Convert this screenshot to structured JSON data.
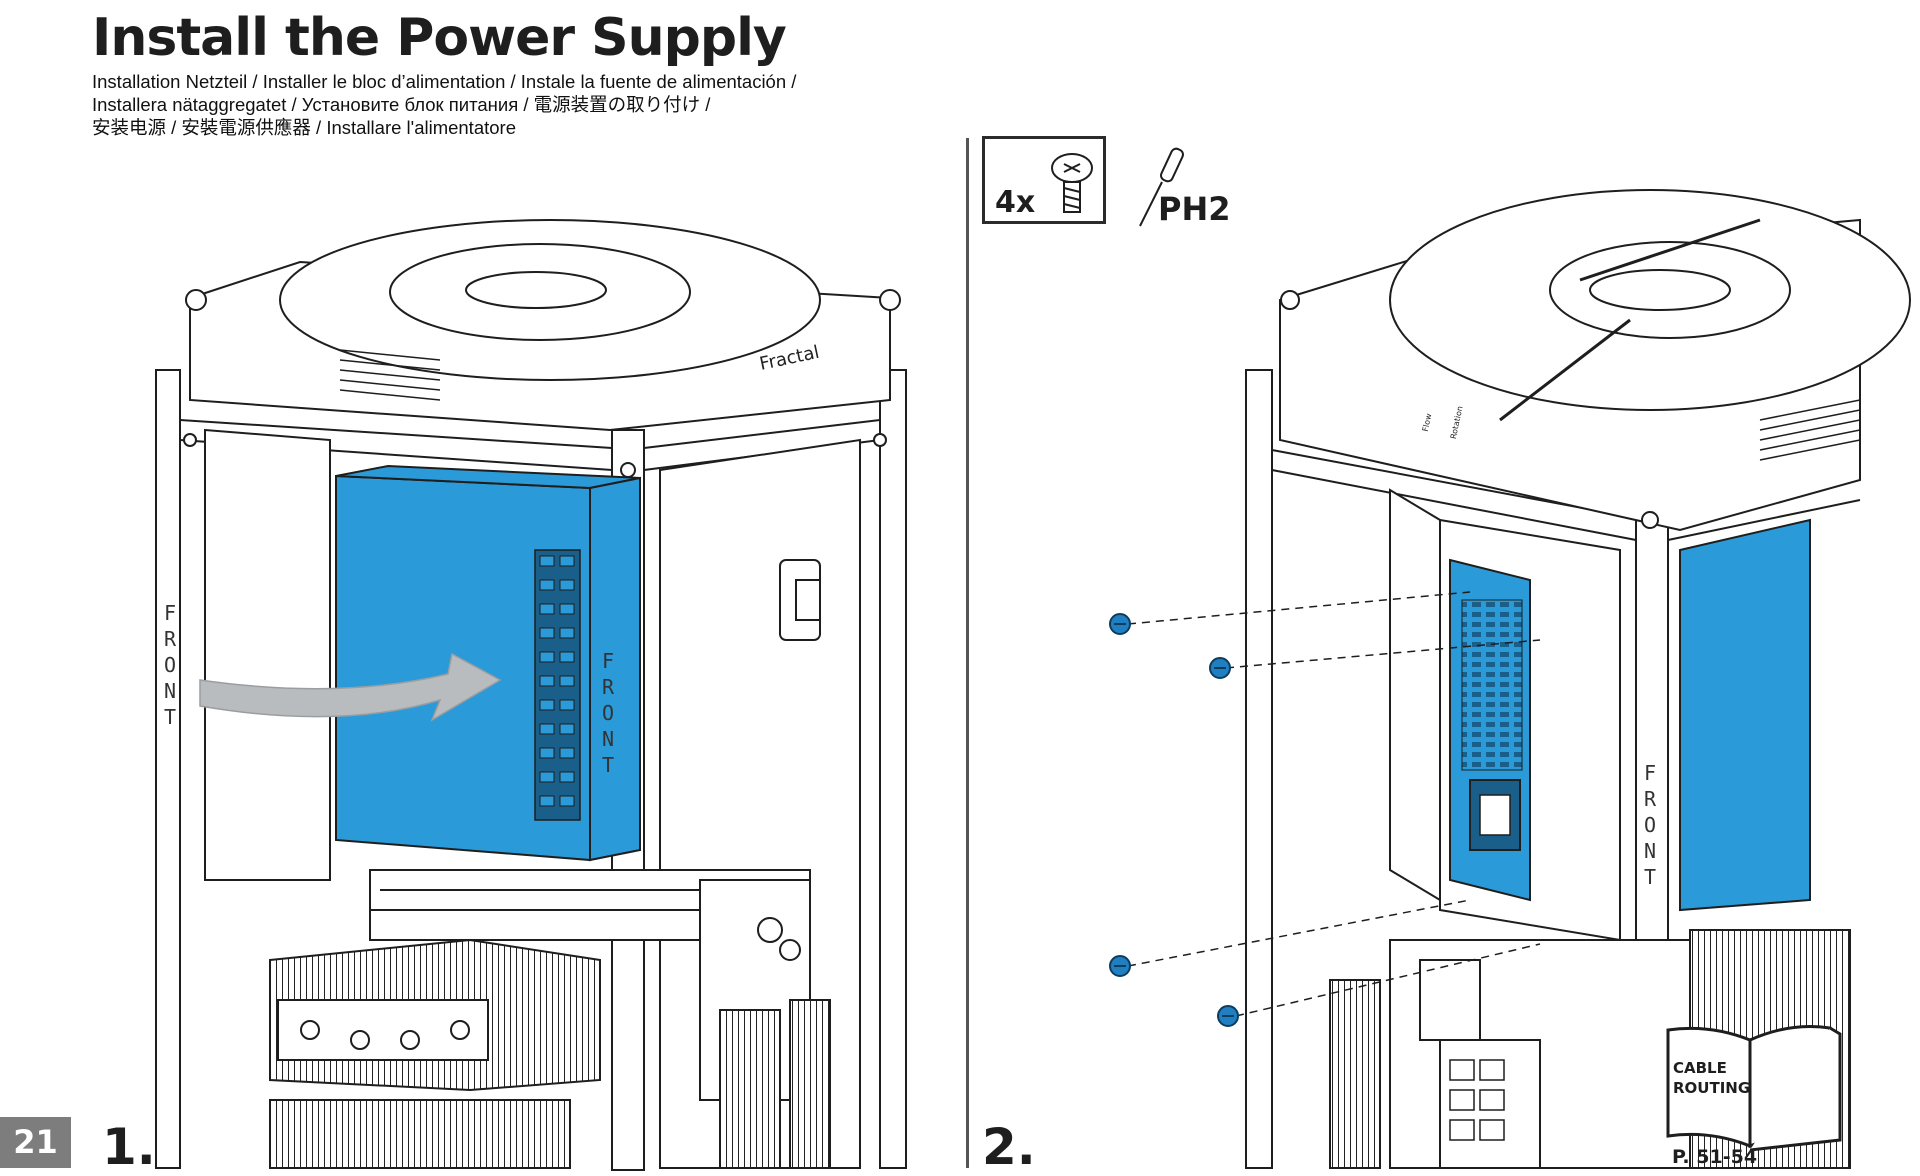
{
  "header": {
    "title": "Install the Power Supply",
    "subtitle_lines": [
      "Installation Netzteil / Installer le bloc d’alimentation / Instale la fuente de alimentación /",
      "Installera nätaggregatet / Установите блок питания / 電源装置の取り付け /",
      "安装电源 / 安裝電源供應器 / Installare l'alimentatore"
    ]
  },
  "page_number": "21",
  "steps": [
    {
      "number": "1.",
      "front_label": "FRONT",
      "frame_label": "FRONT",
      "fan_brand": "Fractal"
    },
    {
      "number": "2.",
      "front_label": "FRONT",
      "hardware": {
        "quantity": "4x",
        "item_icon": "screw-icon"
      },
      "tool": {
        "label": "PH2",
        "icon": "screwdriver-icon"
      },
      "fan_labels": [
        "Flow",
        "Rotation"
      ],
      "reference": {
        "label_lines": [
          "CABLE",
          "ROUTING"
        ],
        "pages": "P. 51-54",
        "icon": "manual-book-icon"
      }
    }
  ],
  "colors": {
    "psu_blue": "#2b9ad8",
    "arrow_gray": "#b8bcbe",
    "screw_blue": "#1f7fc0",
    "line": "#1e1e1e"
  }
}
